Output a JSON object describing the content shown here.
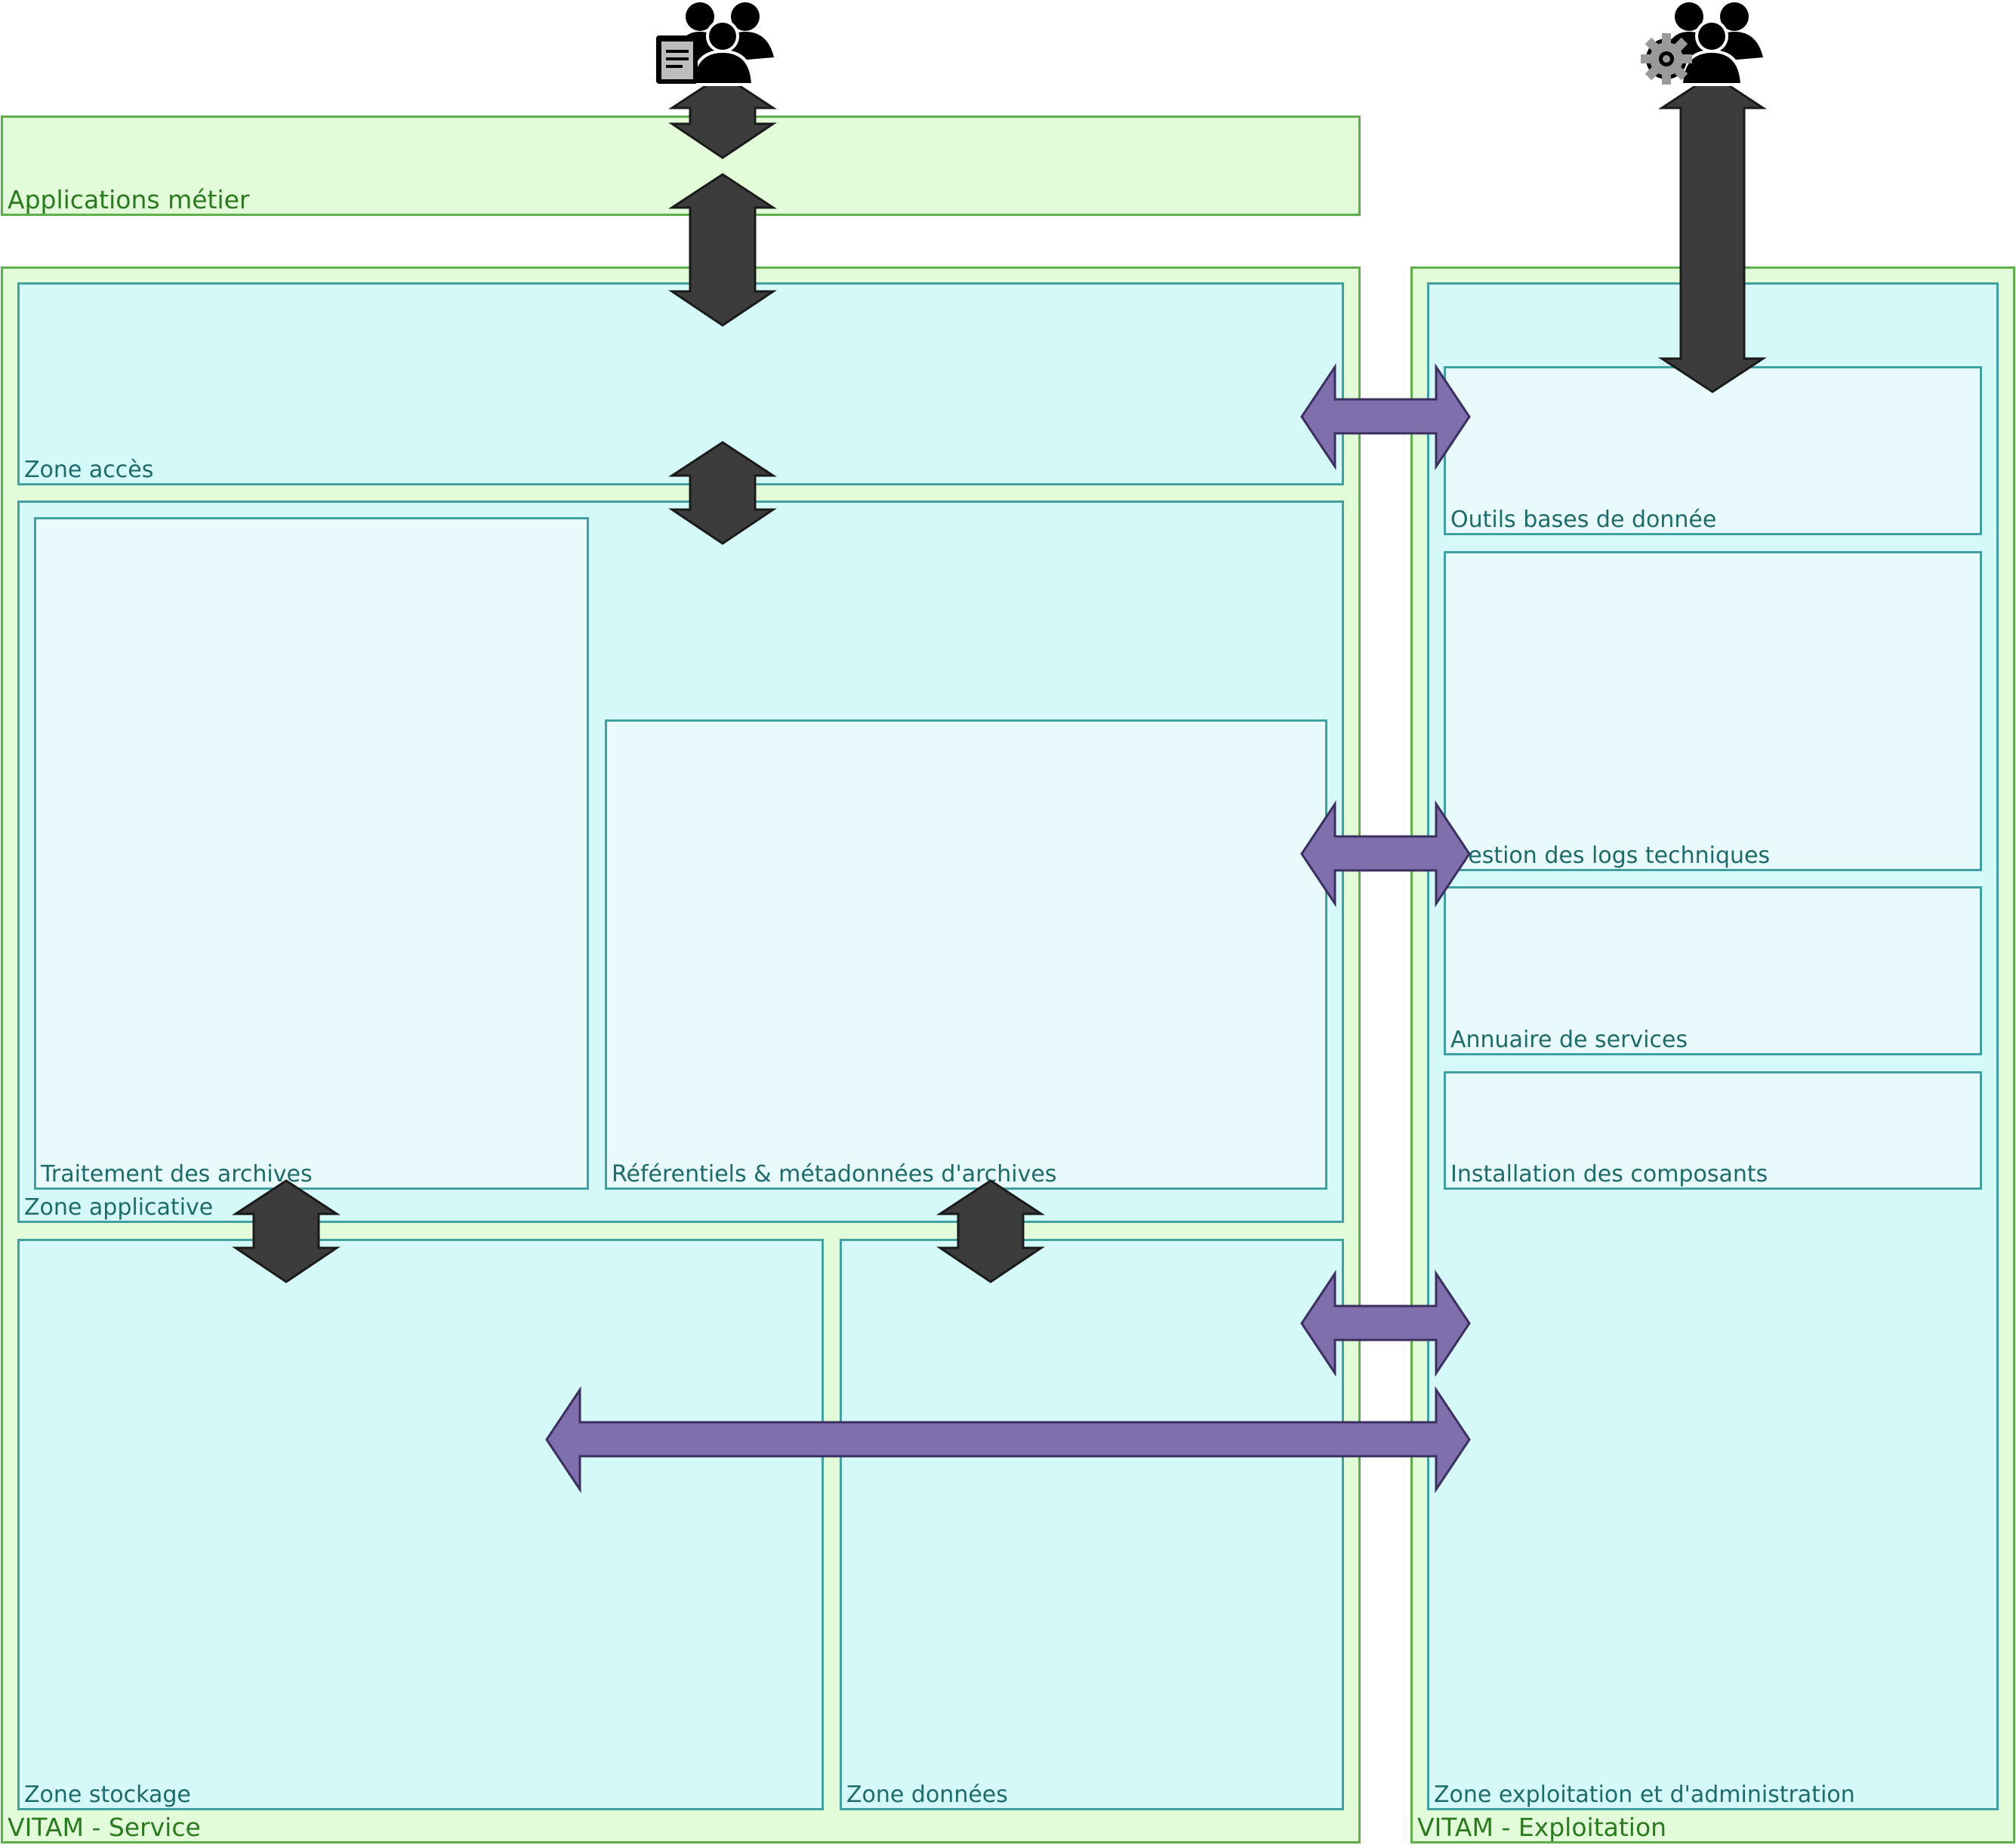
{
  "boxes": {
    "applications_metier": "Applications métier",
    "vitam_service": "VITAM - Service",
    "zone_acces": "Zone accès",
    "zone_applicative": "Zone applicative",
    "traitement_archives": "Traitement des archives",
    "referentiels": "Référentiels & métadonnées d'archives",
    "zone_stockage": "Zone stockage",
    "zone_donnees": "Zone données",
    "vitam_exploitation": "VITAM - Exploitation",
    "zone_exploitation": "Zone exploitation et d'administration",
    "outils_bdd": "Outils bases de donnée",
    "gestion_logs": "Gestion des logs techniques",
    "annuaire": "Annuaire de services",
    "installation": "Installation des composants"
  },
  "icons": {
    "business_users": "users-document-icon",
    "ops_users": "users-gear-icon"
  },
  "colors": {
    "outer_fill": "#e2fcd9",
    "outer_stroke": "#5eae4a",
    "zone_fill": "#d4f9f8",
    "zone_stroke": "#42a0a0",
    "sub_fill": "#e9fafd",
    "dark_arrow": "#3c3c3c",
    "purple_arrow": "#7f6fad"
  }
}
